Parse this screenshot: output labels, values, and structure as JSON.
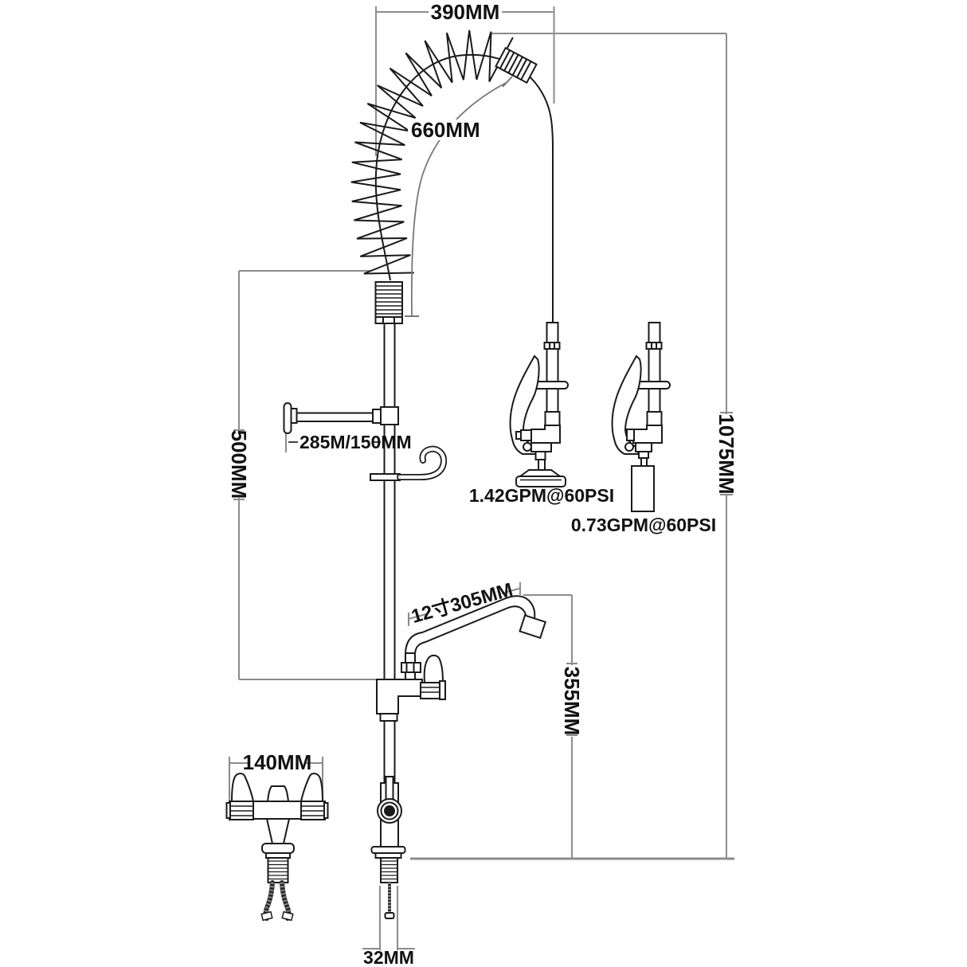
{
  "drawing": {
    "subject": "pre-rinse faucet technical line drawing",
    "dimensions": {
      "arch_width": "390MM",
      "hose_length": "660MM",
      "bracket_reach": "285M/150MM",
      "riser_upper_height": "500MM",
      "overall_height": "1075MM",
      "spray_flow_high": "1.42GPM@60PSI",
      "spray_flow_low": "0.73GPM@60PSI",
      "spout_length": "12寸305MM",
      "spout_clearance": "355MM",
      "handle_width": "140MM",
      "shank_size": "32MM"
    },
    "colors": {
      "outline": "#1a1a1a",
      "dimension_line": "#8c8c8c",
      "text": "#111111",
      "background": "#ffffff"
    }
  }
}
